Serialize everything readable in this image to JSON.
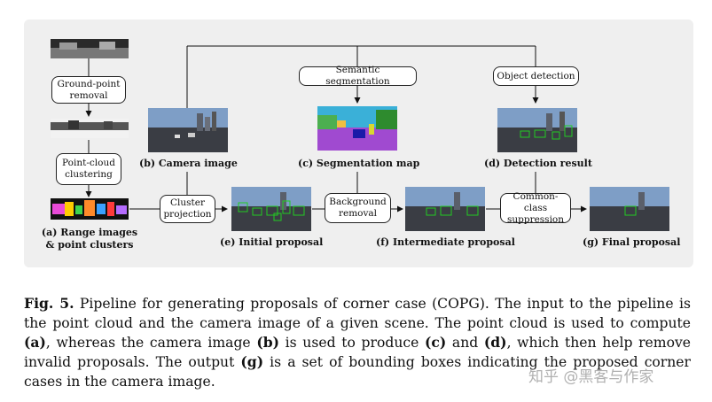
{
  "nodes": {
    "ground_point_removal": "Ground-point removal",
    "point_cloud_clustering": "Point-cloud clustering",
    "semantic_segmentation": "Semantic segmentation",
    "object_detection": "Object detection",
    "cluster_projection": "Cluster projection",
    "background_removal": "Background removal",
    "common_class_suppression": "Common-class suppression"
  },
  "labels": {
    "a_line1": "(a) Range images",
    "a_line2": "& point clusters",
    "b": "(b) Camera image",
    "c": "(c) Segmentation map",
    "d": "(d) Detection result",
    "e": "(e) Initial proposal",
    "f": "(f) Intermediate proposal",
    "g": "(g) Final proposal"
  },
  "caption": {
    "label": "Fig. 5.",
    "t1": " Pipeline for generating proposals of corner case (COPG). The input to the pipeline is the point cloud and the camera image of a given scene. The point cloud is used to compute ",
    "ref_a": "(a)",
    "t2": ", whereas the camera image ",
    "ref_b": "(b)",
    "t3": " is used to produce ",
    "ref_c": "(c)",
    "t4": " and ",
    "ref_d": "(d)",
    "t5": ", which then help remove invalid proposals. The output ",
    "ref_g": "(g)",
    "t6": " is a set of bounding boxes indicating the proposed corner cases in the camera image."
  },
  "watermark": "知乎 @黑客与作家",
  "colors": {
    "panel": "#efefef",
    "box_green": "#22cc22",
    "sky": "#7e9ec6",
    "road": "#3a3d44"
  }
}
